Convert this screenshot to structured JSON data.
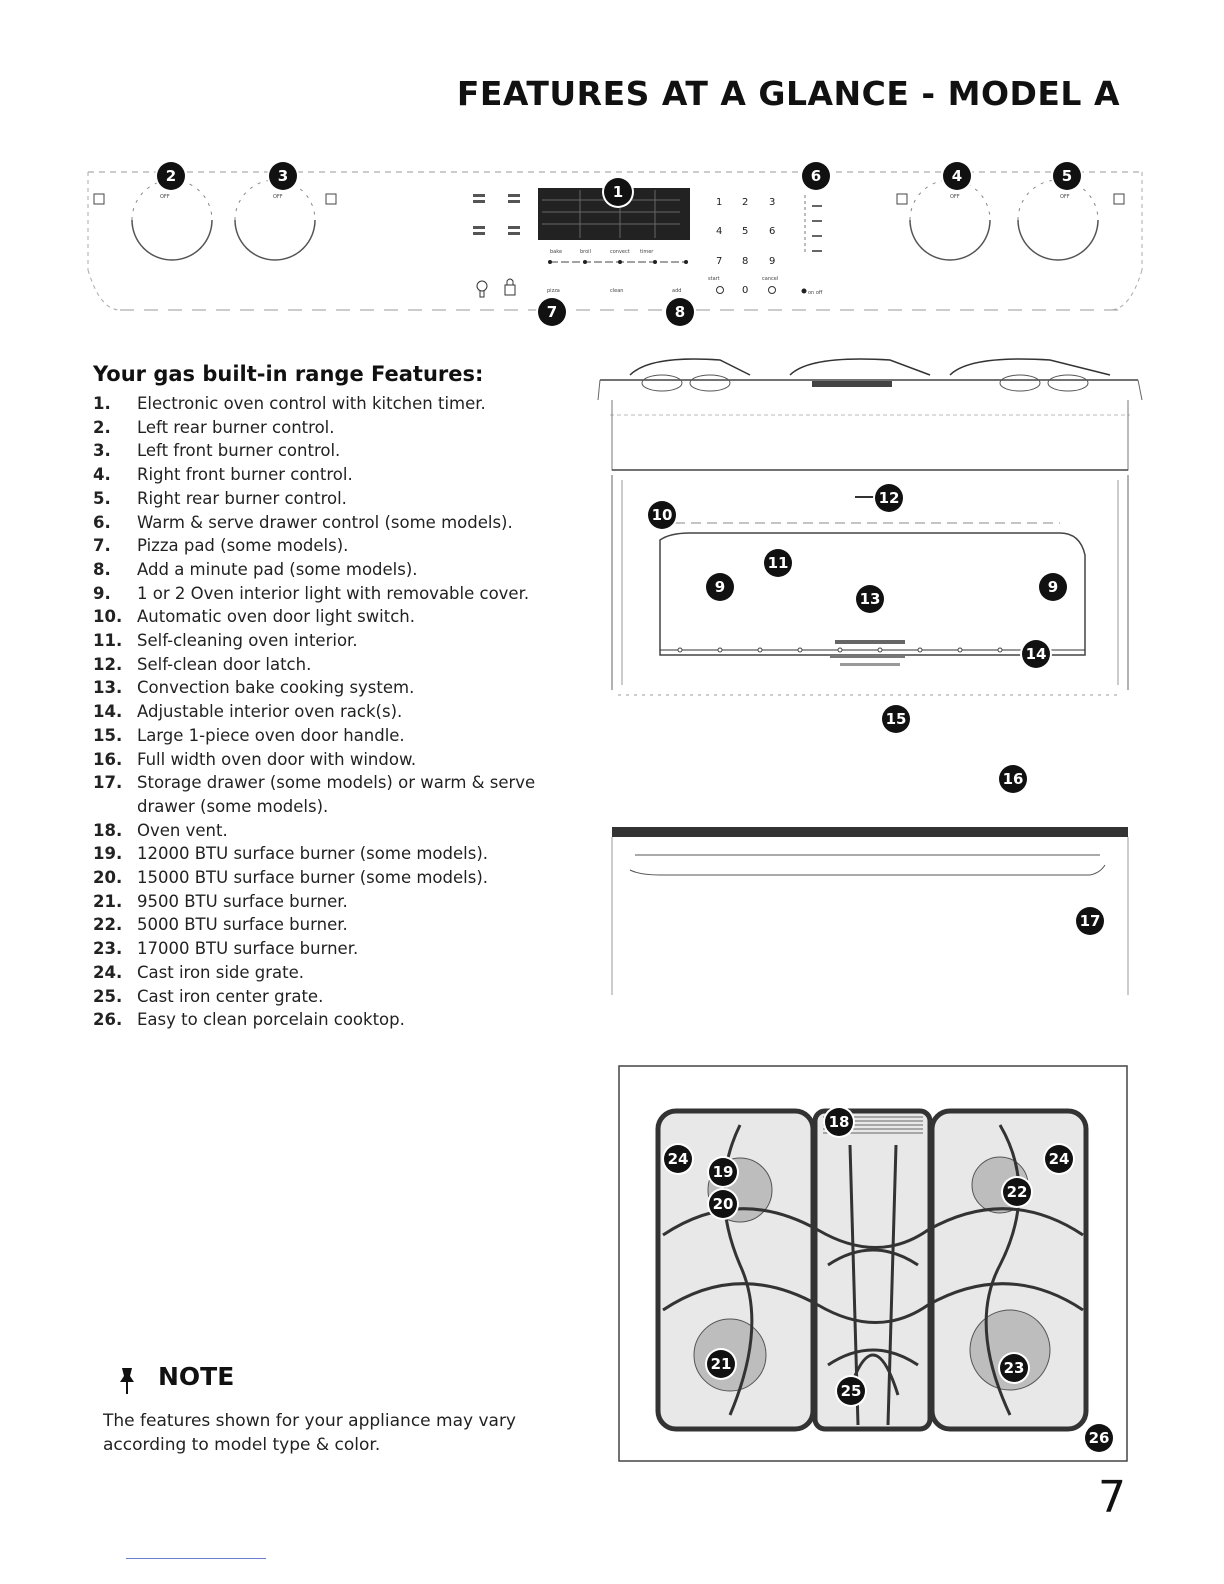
{
  "page": {
    "title": "FEATURES AT A GLANCE - MODEL A",
    "page_number": "7"
  },
  "features": {
    "heading": "Your gas built-in range Features:",
    "items": [
      {
        "num": "1.",
        "text": "Electronic oven control with kitchen timer."
      },
      {
        "num": "2.",
        "text": "Left rear burner control."
      },
      {
        "num": "3.",
        "text": "Left front burner control."
      },
      {
        "num": "4.",
        "text": "Right front burner control."
      },
      {
        "num": "5.",
        "text": "Right rear burner control."
      },
      {
        "num": "6.",
        "text": "Warm & serve drawer control (some models)."
      },
      {
        "num": "7.",
        "text": "Pizza pad (some models)."
      },
      {
        "num": "8.",
        "text": "Add a minute pad (some models)."
      },
      {
        "num": "9.",
        "text": "1 or 2 Oven interior light with removable cover."
      },
      {
        "num": "10.",
        "text": "Automatic oven door light switch."
      },
      {
        "num": "11.",
        "text": "Self-cleaning oven interior."
      },
      {
        "num": "12.",
        "text": "Self-clean door latch."
      },
      {
        "num": "13.",
        "text": "Convection bake cooking system."
      },
      {
        "num": "14.",
        "text": "Adjustable interior oven rack(s)."
      },
      {
        "num": "15.",
        "text": "Large 1-piece oven door handle."
      },
      {
        "num": "16.",
        "text": "Full width oven door with window."
      },
      {
        "num": "17.",
        "text": "Storage drawer (some models) or warm & serve drawer (some models)."
      },
      {
        "num": "18.",
        "text": "Oven vent."
      },
      {
        "num": "19.",
        "text": "12000 BTU surface burner (some models)."
      },
      {
        "num": "20.",
        "text": "15000 BTU surface burner (some models)."
      },
      {
        "num": "21.",
        "text": "9500 BTU surface burner."
      },
      {
        "num": "22.",
        "text": "5000 BTU surface burner."
      },
      {
        "num": "23.",
        "text": "17000 BTU surface burner."
      },
      {
        "num": "24.",
        "text": "Cast iron side grate."
      },
      {
        "num": "25.",
        "text": "Cast iron center grate."
      },
      {
        "num": "26.",
        "text": "Easy to clean porcelain cooktop."
      }
    ]
  },
  "note": {
    "heading": "NOTE",
    "text": "The features shown for your appliance may vary according to model type & color."
  },
  "control_panel": {
    "knob_off_label": "OFF",
    "keypad": [
      "1",
      "2",
      "3",
      "4",
      "5",
      "6",
      "7",
      "8",
      "9",
      "0"
    ],
    "pad_labels": [
      "bake",
      "broil",
      "convect",
      "pizza",
      "start",
      "cancel",
      "on off",
      "clean",
      "add",
      "timer"
    ]
  },
  "callouts": {
    "c1": "1",
    "c2": "2",
    "c3": "3",
    "c4": "4",
    "c5": "5",
    "c6": "6",
    "c7": "7",
    "c8": "8",
    "c9": "9",
    "c10": "10",
    "c11": "11",
    "c12": "12",
    "c13": "13",
    "c14": "14",
    "c15": "15",
    "c16": "16",
    "c17": "17",
    "c18": "18",
    "c19": "19",
    "c20": "20",
    "c21": "21",
    "c22": "22",
    "c23": "23",
    "c24": "24",
    "c25": "25",
    "c26": "26"
  }
}
